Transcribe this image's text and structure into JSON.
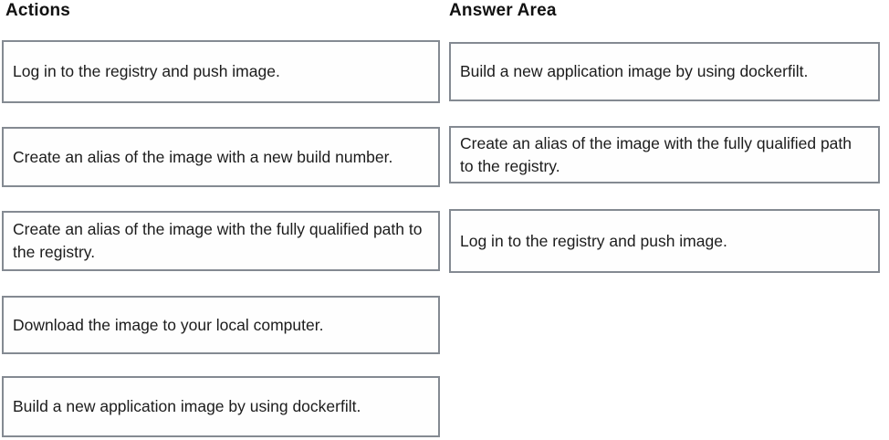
{
  "page": {
    "background": "#ffffff",
    "tile_border_color": "#848a92",
    "text_color": "#1c1c1c"
  },
  "actions": {
    "title": "Actions",
    "items": [
      "Log in to the registry and push image.",
      "Create an alias of the image with a new build number.",
      "Create an alias of the image with the fully qualified path to the registry.",
      "Download the image to your local computer.",
      "Build a new application image by using dockerfilt."
    ]
  },
  "answer_area": {
    "title": "Answer Area",
    "items": [
      "Build a new application image by using dockerfilt.",
      "Create an alias of the image with the fully qualified path to the registry.",
      "Log in to the registry and push image."
    ]
  }
}
